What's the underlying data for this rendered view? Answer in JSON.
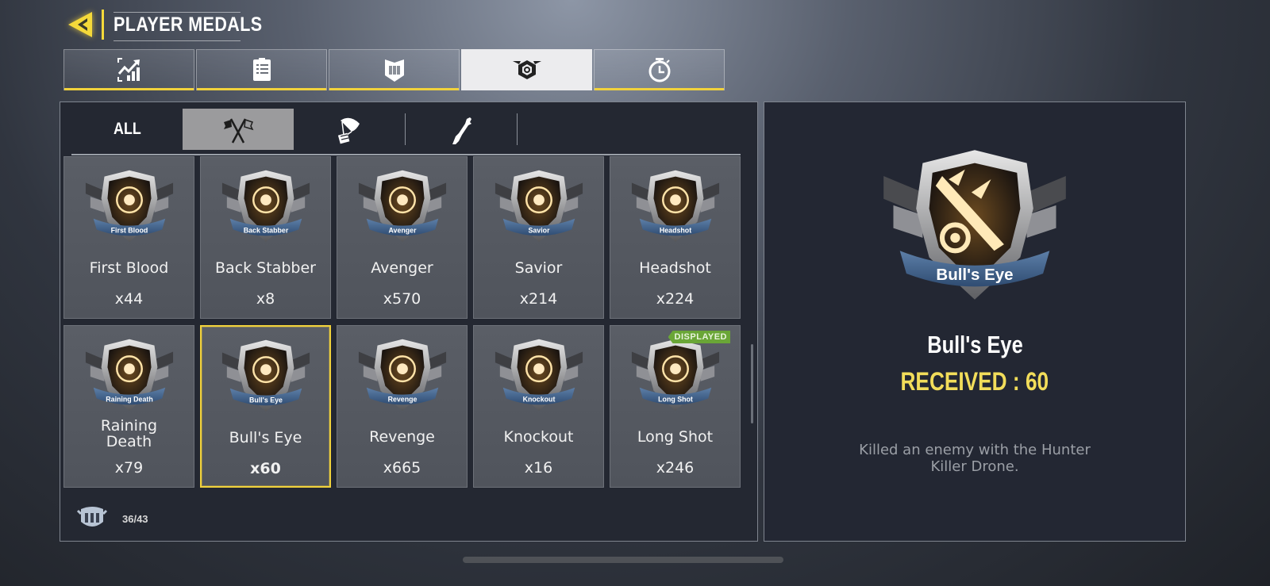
{
  "header": {
    "title": "PLAYER MEDALS",
    "back_icon": "back-arrow-icon",
    "accent_color": "#f1d23c"
  },
  "top_tabs": [
    {
      "icon": "stats-chart-icon",
      "active": false
    },
    {
      "icon": "clipboard-list-icon",
      "active": false
    },
    {
      "icon": "cod-shield-icon",
      "active": false
    },
    {
      "icon": "medal-badge-icon",
      "active": true
    },
    {
      "icon": "stopwatch-icon",
      "active": false
    }
  ],
  "sub_tabs": {
    "all_label": "ALL",
    "items": [
      {
        "icon": "crossed-flags-icon",
        "active": true
      },
      {
        "icon": "parachute-crate-icon",
        "active": false
      },
      {
        "icon": "zombie-arm-icon",
        "active": false
      }
    ]
  },
  "medals": [
    {
      "name": "First Blood",
      "ribbon": "First Blood",
      "count": "x44",
      "selected": false,
      "displayed": false
    },
    {
      "name": "Back Stabber",
      "ribbon": "Back Stabber",
      "count": "x8",
      "selected": false,
      "displayed": false
    },
    {
      "name": "Avenger",
      "ribbon": "Avenger",
      "count": "x570",
      "selected": false,
      "displayed": false
    },
    {
      "name": "Savior",
      "ribbon": "Savior",
      "count": "x214",
      "selected": false,
      "displayed": false
    },
    {
      "name": "Headshot",
      "ribbon": "Headshot",
      "count": "x224",
      "selected": false,
      "displayed": false
    },
    {
      "name": "Raining Death",
      "ribbon": "Raining Death",
      "count": "x79",
      "selected": false,
      "displayed": false
    },
    {
      "name": "Bull's Eye",
      "ribbon": "Bull's Eye",
      "count": "x60",
      "selected": true,
      "displayed": false
    },
    {
      "name": "Revenge",
      "ribbon": "Revenge",
      "count": "x665",
      "selected": false,
      "displayed": false
    },
    {
      "name": "Knockout",
      "ribbon": "Knockout",
      "count": "x16",
      "selected": false,
      "displayed": false
    },
    {
      "name": "Long Shot",
      "ribbon": "Long Shot",
      "count": "x246",
      "selected": false,
      "displayed": true
    }
  ],
  "displayed_badge": "DISPLAYED",
  "footer": {
    "progress": "36/43"
  },
  "detail": {
    "ribbon": "Bull's Eye",
    "name": "Bull's Eye",
    "received": "RECEIVED : 60",
    "description": "Killed an enemy with the Hunter Killer Drone."
  }
}
